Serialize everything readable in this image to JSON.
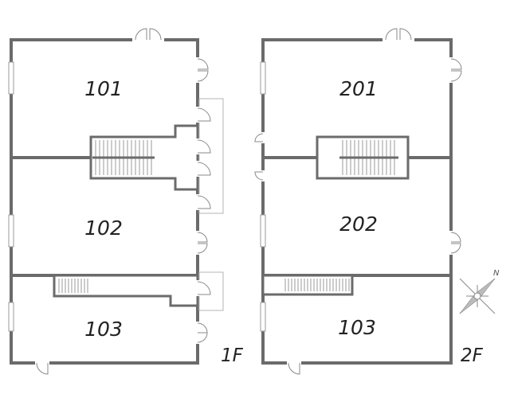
{
  "floors": [
    {
      "label": "1F",
      "rooms": [
        {
          "label": "101"
        },
        {
          "label": "102"
        },
        {
          "label": "103"
        }
      ]
    },
    {
      "label": "2F",
      "rooms": [
        {
          "label": "201"
        },
        {
          "label": "202"
        },
        {
          "label": "103"
        }
      ]
    }
  ],
  "compass": {
    "north_label": "N",
    "icon": "compass-rose-icon"
  },
  "colors": {
    "wall": "#6b6b6b",
    "background": "#ffffff"
  }
}
